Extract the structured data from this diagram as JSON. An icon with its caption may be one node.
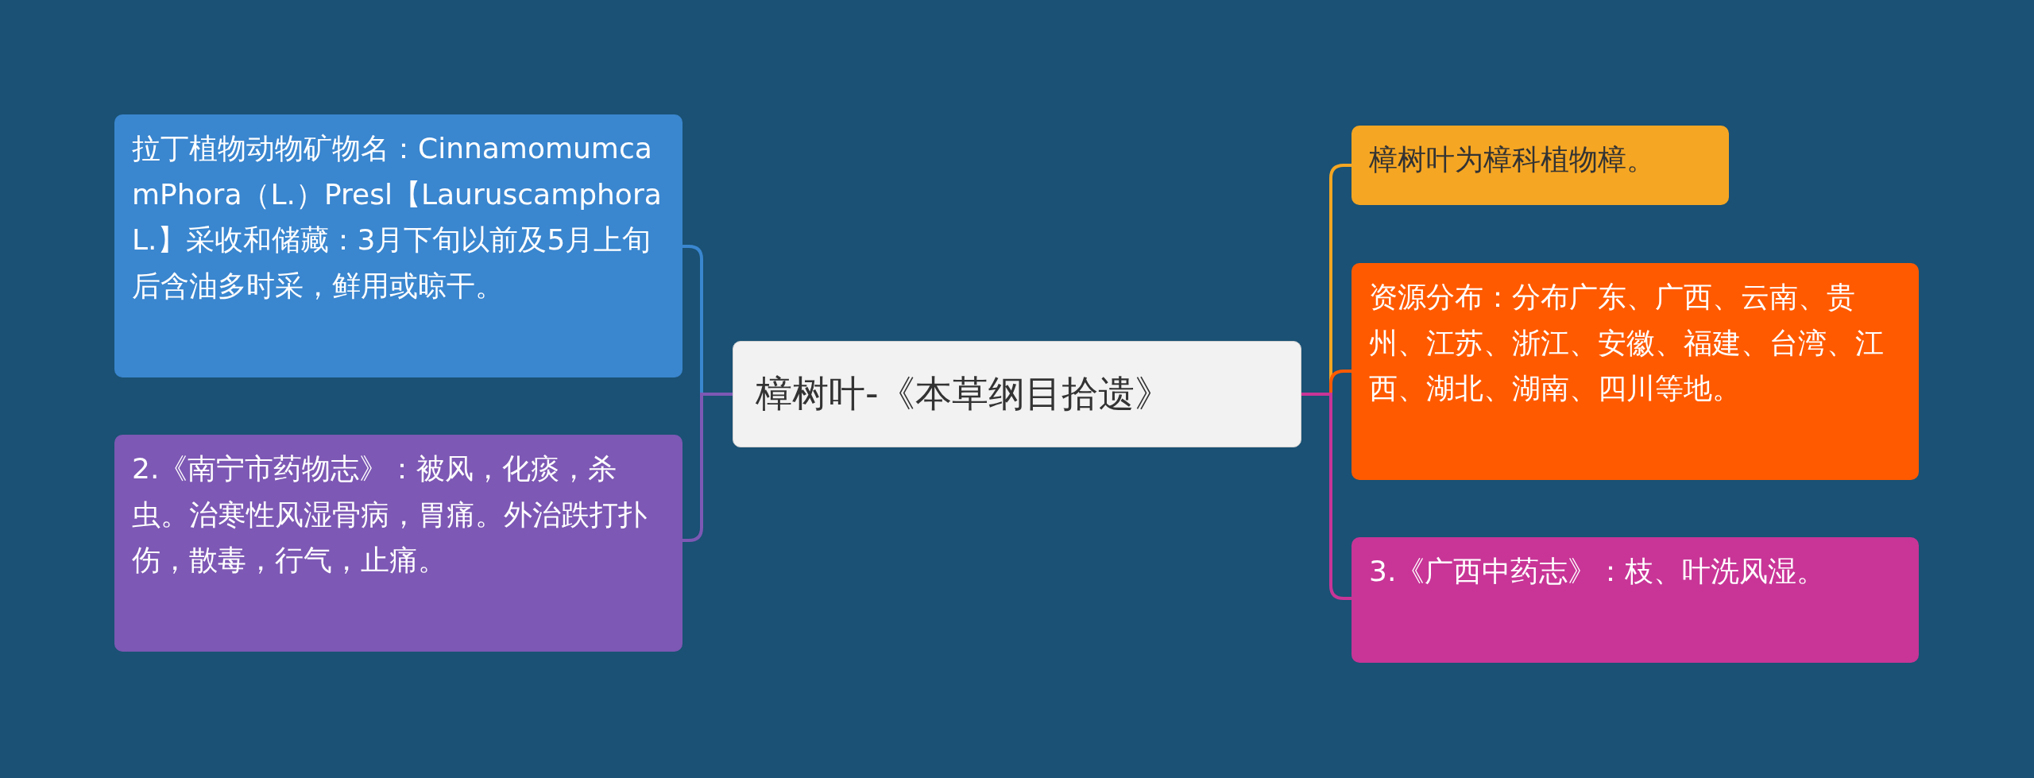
{
  "diagram": {
    "nodes": [
      {
        "text": [
          "樟树叶-《本草纲目拾遗》"
        ]
      },
      {
        "text": [
          "拉丁植物动物矿物名：CinnamomumcamPhora（L.）Presl【LauruscamphoraL.】采收和储藏：3月下旬以前及5月上旬后含油多时采，鲜用或晾干。"
        ]
      },
      {
        "text": [
          "2.《南宁市药物志》：被风，化痰，杀虫。治寒性风湿骨病，胃痛。外治跌打扑伤，散毒，行气，止痛。"
        ]
      },
      {
        "text": [
          "樟树叶为樟科植物樟。"
        ]
      },
      {
        "text": [
          "资源分布：分布广东、广西、云南、贵州、江苏、浙江、安徽、福建、台湾、江西、湖北、湖南、四川等地。"
        ]
      },
      {
        "text": [
          "3.《广西中药志》：枝、叶洗风湿。"
        ]
      }
    ],
    "edges": [
      {
        "from": 0,
        "to": 1,
        "arrow": "none",
        "color": "#3a86cf"
      },
      {
        "from": 0,
        "to": 2,
        "arrow": "none",
        "color": "#7d58b4"
      },
      {
        "from": 0,
        "to": 3,
        "arrow": "none",
        "color": "#f5a623"
      },
      {
        "from": 0,
        "to": 4,
        "arrow": "none",
        "color": "#ff5a00"
      },
      {
        "from": 0,
        "to": 5,
        "arrow": "none",
        "color": "#c83597"
      }
    ]
  }
}
